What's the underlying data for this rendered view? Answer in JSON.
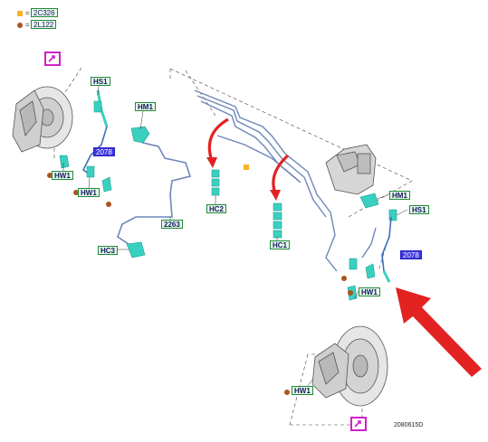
{
  "legend": {
    "square": {
      "code": "2C326",
      "eq": "="
    },
    "dot": {
      "code": "2L122",
      "eq": "="
    }
  },
  "labels": {
    "hs1_left": "HS1",
    "hm1_left": "HM1",
    "blue_left": "2078",
    "hw1_a": "HW1",
    "hw1_b": "HW1",
    "p2263": "2263",
    "hc3": "HC3",
    "hc2": "HC2",
    "hc1": "HC1",
    "hm1_right": "HM1",
    "hs1_right": "HS1",
    "blue_right": "2078",
    "hw1_c": "HW1",
    "hw1_d": "HW1"
  },
  "reference": "2080615D",
  "colors": {
    "part_cyan": "#3ad0c0",
    "hose_blue": "#6f86b8",
    "arrow_red": "#e32222",
    "legend_square": "#f5b323",
    "legend_dot": "#a8561c",
    "magnifier": "#d21fc8"
  },
  "icons": [
    "magnifier-icon",
    "magnifier-icon"
  ]
}
